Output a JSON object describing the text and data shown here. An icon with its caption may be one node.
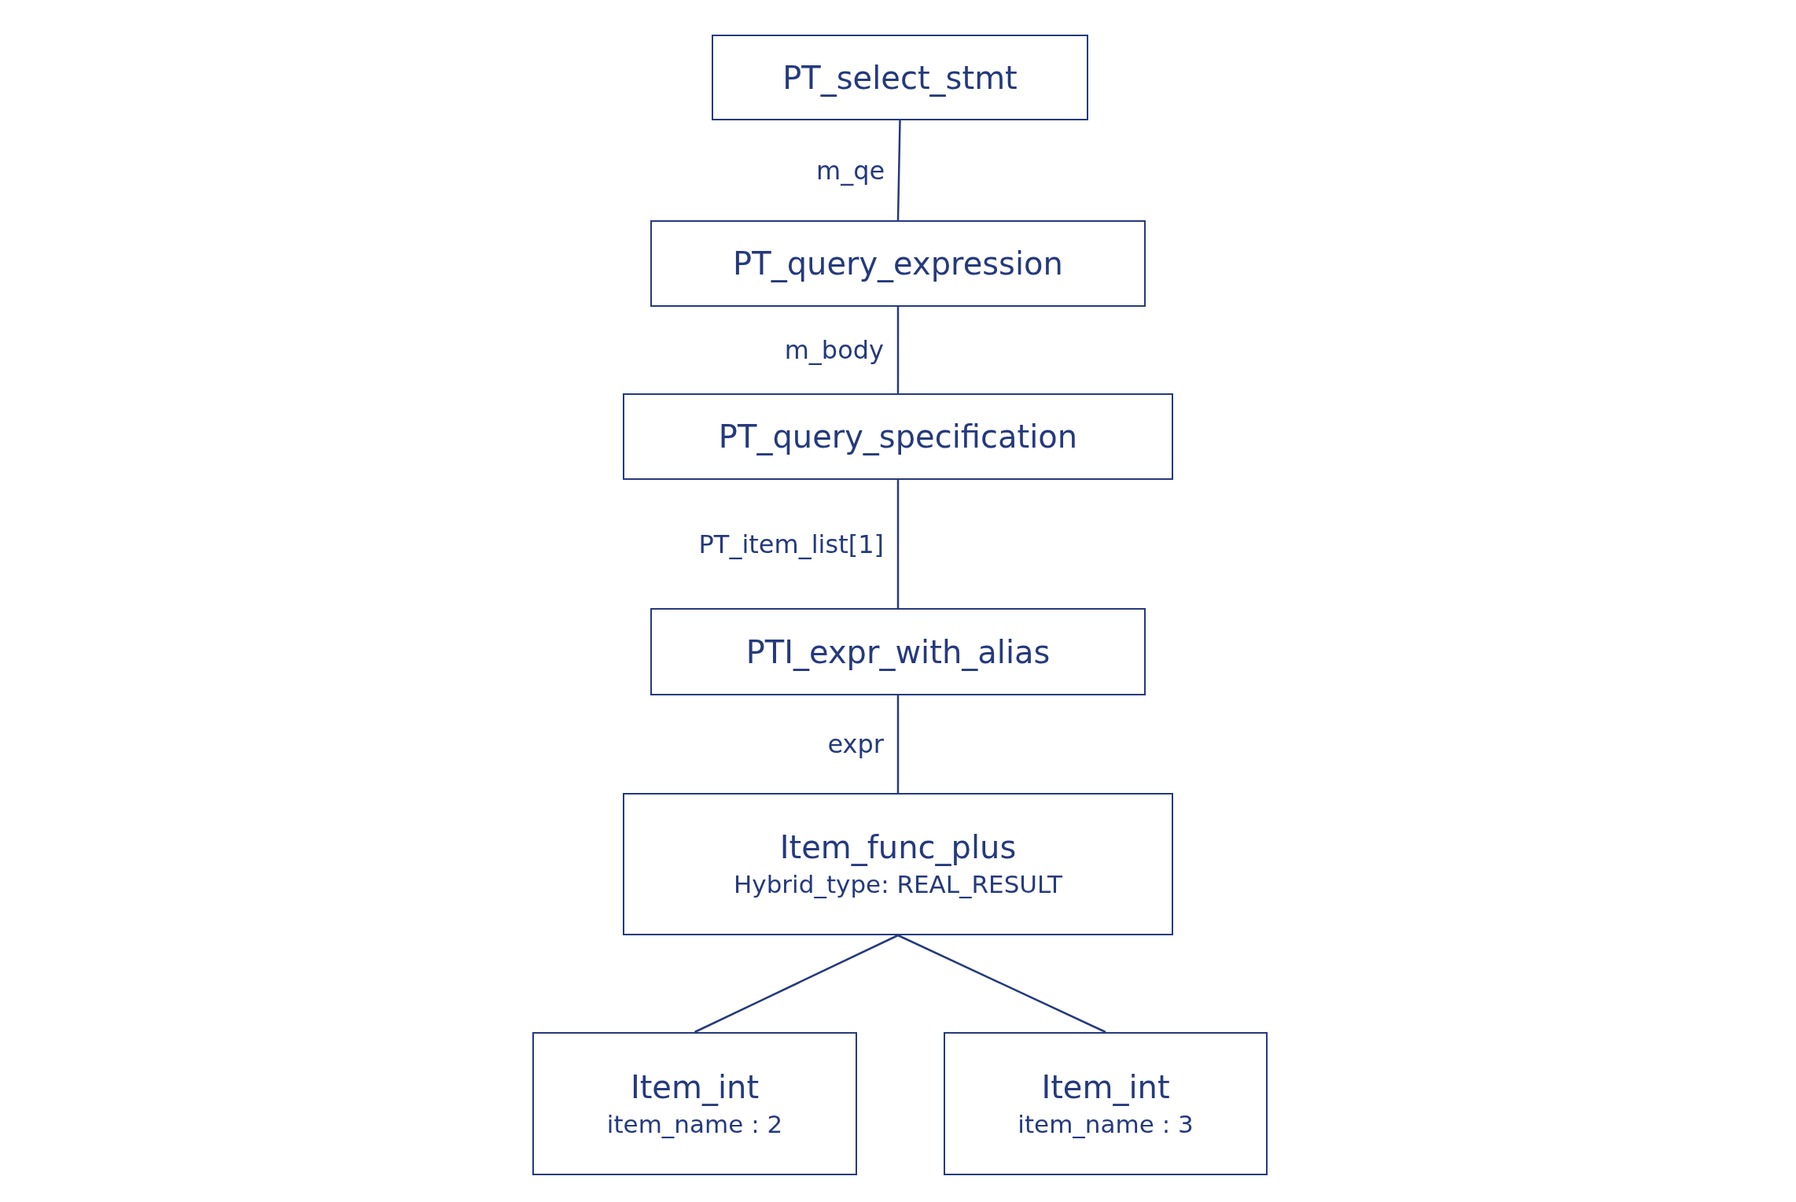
{
  "diagram": {
    "nodes": [
      {
        "text": [
          "PT_select_stmt"
        ]
      },
      {
        "text": [
          "PT_query_expression"
        ]
      },
      {
        "text": [
          "PT_query_specification"
        ]
      },
      {
        "text": [
          "PTI_expr_with_alias"
        ]
      },
      {
        "text": [
          "Item_func_plus",
          "Hybrid_type: REAL_RESULT"
        ]
      },
      {
        "text": [
          "Item_int",
          "item_name : 2"
        ]
      },
      {
        "text": [
          "Item_int",
          "item_name : 3"
        ]
      }
    ],
    "edges": [
      {
        "from": 0,
        "to": 1,
        "arrow": "none",
        "label": "m_qe"
      },
      {
        "from": 1,
        "to": 2,
        "arrow": "none",
        "label": "m_body"
      },
      {
        "from": 2,
        "to": 3,
        "arrow": "none",
        "label": "PT_item_list[1]"
      },
      {
        "from": 3,
        "to": 4,
        "arrow": "none",
        "label": "expr"
      },
      {
        "from": 4,
        "to": 5,
        "arrow": "none"
      },
      {
        "from": 4,
        "to": 6,
        "arrow": "none"
      }
    ]
  }
}
